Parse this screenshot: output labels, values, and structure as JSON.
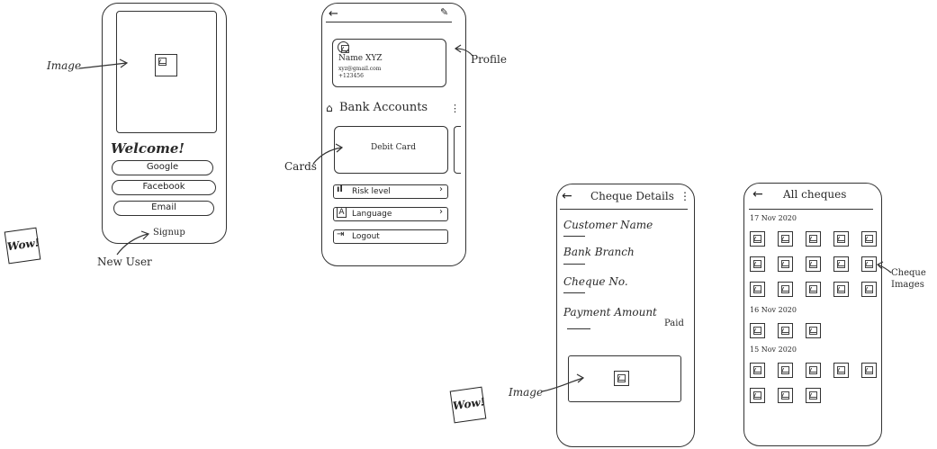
{
  "login": {
    "welcome": "Welcome!",
    "buttons": [
      "Google",
      "Facebook",
      "Email"
    ],
    "signup": "Signup",
    "annotation_image": "Image",
    "annotation_new_user": "New User"
  },
  "profile": {
    "back_icon": "arrow-left-icon",
    "edit_icon": "pencil-icon",
    "card_name": "Name XYZ",
    "card_email": "xyz@gmail.com",
    "card_phone": "+123456",
    "annotation_profile": "Profile",
    "bank_accounts": "Bank Accounts",
    "debit_card": "Debit Card",
    "annotation_cards": "Cards",
    "menu": [
      "Risk level",
      "Language",
      "Logout"
    ]
  },
  "cheque_details": {
    "title": "Cheque Details",
    "fields": [
      "Customer Name",
      "Bank Branch",
      "Cheque No.",
      "Payment Amount"
    ],
    "status": "Paid",
    "annotation_image": "Image"
  },
  "all_cheques": {
    "title": "All cheques",
    "groups": [
      {
        "date": "17 Nov 2020",
        "count": 15
      },
      {
        "date": "16 Nov 2020",
        "count": 3
      },
      {
        "date": "15 Nov 2020",
        "count": 8
      }
    ],
    "annotation": "Cheque Images"
  },
  "stickers": [
    "Wow!",
    "Wow!"
  ]
}
